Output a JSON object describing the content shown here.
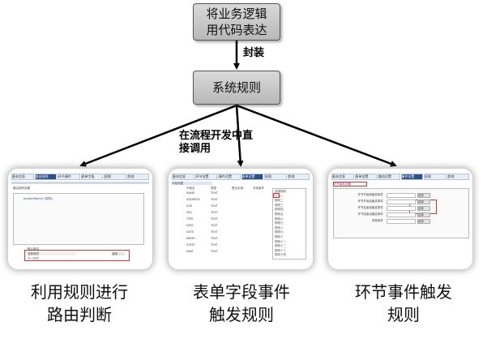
{
  "top_box": {
    "line1": "将业务逻辑",
    "line2": "用代码表达"
  },
  "encapsulate_label": "封装",
  "middle_box": {
    "text": "系统规则"
  },
  "direct_call_label": {
    "line1": "在流程开发中直",
    "line2": "接调用"
  },
  "captions": [
    {
      "line1": "利用规则进行",
      "line2": "路由判断"
    },
    {
      "line1": "表单字段事件",
      "line2": "触发规则"
    },
    {
      "line1": "环节事件触发",
      "line2": "规则"
    }
  ],
  "thumb1": {
    "tabs": [
      "基本信息",
      "路由规则",
      "环节事件",
      "表单字段",
      "权限",
      "其他"
    ],
    "header_text": "路由规则设置",
    "rule_text": "productName {规则}",
    "checkbox_label": "默认路由",
    "select_value": "选择规则",
    "button_label": "选择",
    "bottom_label": "下一环节"
  },
  "thumb2": {
    "tabs": [
      "基本信息",
      "环节设置",
      "事件设置",
      "表单设置",
      "权限",
      "其他"
    ],
    "header_text": "字段设置",
    "columns": [
      "字段名",
      "类型",
      "是否必填",
      "字段事件"
    ],
    "rows": [
      {
        "name": "NAME",
        "type": "TEXT"
      },
      {
        "name": "ADDRESS",
        "type": "TEXT"
      },
      {
        "name": "AGE",
        "type": "TEXT"
      },
      {
        "name": "SEX",
        "type": "TEXT"
      },
      {
        "name": "TYPE",
        "type": "TEXT"
      },
      {
        "name": "DESC",
        "type": "TEXT"
      },
      {
        "name": "DATE",
        "type": "TEXT"
      },
      {
        "name": "MEMO",
        "type": "TEXT"
      },
      {
        "name": "STATE",
        "type": "TEXT"
      },
      {
        "name": "NUM",
        "type": "TEXT"
      }
    ],
    "dropdown_items": [
      "选择规则",
      "规则一",
      "规则二",
      "规则三",
      "规则四",
      "规则五",
      "规则六",
      "规则七",
      "规则八",
      "规则九",
      "规则十",
      "规则十一",
      "规则十二",
      "规则十三",
      "规则十四"
    ]
  },
  "thumb3": {
    "tabs": [
      "基本信息",
      "表单设置",
      "路由设置",
      "事件设置",
      "权限",
      "其他"
    ],
    "header_text": "环节事件设置",
    "rows": [
      "环节开始前触发事件",
      "环节开始后触发事件",
      "环节结束前触发事件",
      "环节结束后触发事件",
      "其他事件"
    ],
    "button_label": "选择"
  },
  "colors": {
    "box_fill": "#c8c8c8",
    "arrow": "#000000",
    "active_tab": "#2f4f8a",
    "highlight": "#dd3333"
  }
}
